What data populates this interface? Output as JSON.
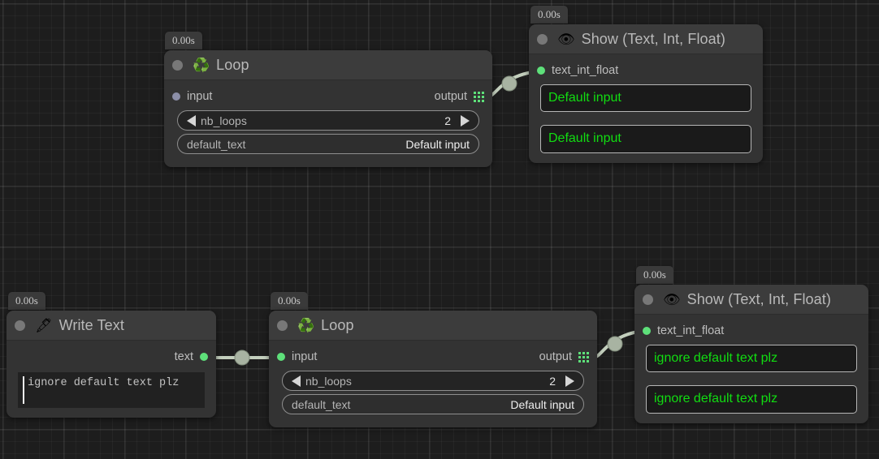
{
  "canvas": {
    "background_color": "#1d1d1d",
    "grid_color": "#272727",
    "wire_color": "#c3cfbd",
    "accent_green": "#5ee07a",
    "display_text_color": "#11dd11"
  },
  "nodes": [
    {
      "id": "loop-top",
      "timestamp": "0.00s",
      "icon": "recycle-icon",
      "emoji": "♻️",
      "title": "Loop",
      "input_port": {
        "label": "input",
        "state": "unconnected"
      },
      "output_port": {
        "label": "output",
        "icon": "list-grid-icon"
      },
      "widgets": [
        {
          "type": "stepper",
          "name": "nb_loops",
          "value": "2",
          "left_arrow": "◀",
          "right_arrow": "▶"
        },
        {
          "type": "text",
          "name": "default_text",
          "value": "Default input"
        }
      ]
    },
    {
      "id": "show-top",
      "timestamp": "0.00s",
      "icon": "eye-icon",
      "emoji": "👁",
      "title": "Show (Text, Int, Float)",
      "input_port": {
        "label": "text_int_float",
        "state": "connected"
      },
      "display_fields": [
        "Default input",
        "Default input"
      ]
    },
    {
      "id": "write-text",
      "timestamp": "0.00s",
      "icon": "pen-nib-icon",
      "emoji": "🖋",
      "title": "Write Text",
      "output_port": {
        "label": "text",
        "state": "connected"
      },
      "editor": {
        "value": "ignore default text plz",
        "caret": true
      }
    },
    {
      "id": "loop-bottom",
      "timestamp": "0.00s",
      "icon": "recycle-icon",
      "emoji": "♻️",
      "title": "Loop",
      "input_port": {
        "label": "input",
        "state": "connected"
      },
      "output_port": {
        "label": "output",
        "icon": "list-grid-icon"
      },
      "widgets": [
        {
          "type": "stepper",
          "name": "nb_loops",
          "value": "2",
          "left_arrow": "◀",
          "right_arrow": "▶"
        },
        {
          "type": "text",
          "name": "default_text",
          "value": "Default input"
        }
      ]
    },
    {
      "id": "show-bottom",
      "timestamp": "0.00s",
      "icon": "eye-icon",
      "emoji": "👁",
      "title": "Show (Text, Int, Float)",
      "input_port": {
        "label": "text_int_float",
        "state": "connected"
      },
      "display_fields": [
        "ignore default text plz",
        "ignore default text plz"
      ]
    }
  ],
  "connections": [
    {
      "from": "loop-top.output",
      "to": "show-top.text_int_float"
    },
    {
      "from": "write-text.text",
      "to": "loop-bottom.input"
    },
    {
      "from": "loop-bottom.output",
      "to": "show-bottom.text_int_float"
    }
  ]
}
